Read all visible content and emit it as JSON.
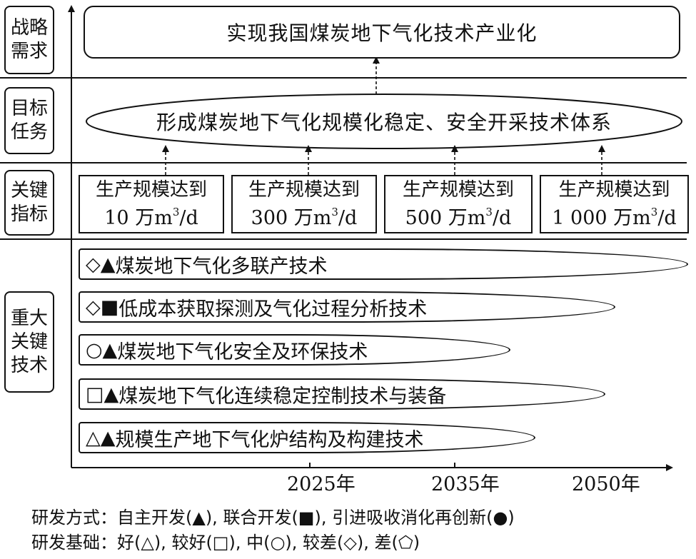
{
  "categories": [
    {
      "line1": "战略",
      "line2": "需求"
    },
    {
      "line1": "目标",
      "line2": "任务"
    },
    {
      "line1": "关键",
      "line2": "指标"
    },
    {
      "line1": "重大",
      "line2": "关键",
      "line3": "技术"
    }
  ],
  "strategic_goal": "实现我国煤炭地下气化技术产业化",
  "target_task": "形成煤炭地下气化规模化稳定、安全开采技术体系",
  "key_indicators": [
    {
      "label": "生产规模达到",
      "value": "10",
      "unit": "万m",
      "sup": "3",
      "per": "/d"
    },
    {
      "label": "生产规模达到",
      "value": "300",
      "unit": "万m",
      "sup": "3",
      "per": "/d"
    },
    {
      "label": "生产规模达到",
      "value": "500",
      "unit": "万m",
      "sup": "3",
      "per": "/d"
    },
    {
      "label": "生产规模达到",
      "value": "1 000",
      "unit": "万m",
      "sup": "3",
      "per": "/d"
    }
  ],
  "technologies": [
    {
      "symbols": "◇▲",
      "label": "煤炭地下气化多联产技术"
    },
    {
      "symbols": "◇■",
      "label": "低成本获取探测及气化过程分析技术"
    },
    {
      "symbols": "○▲",
      "label": "煤炭地下气化安全及环保技术"
    },
    {
      "symbols": "□▲",
      "label": "煤炭地下气化连续稳定控制技术与装备"
    },
    {
      "symbols": "△▲",
      "label": "规模生产地下气化炉结构及构建技术"
    }
  ],
  "timeline": [
    "2025年",
    "2035年",
    "2050年"
  ],
  "legend": {
    "mode": "研发方式：自主开发(▲), 联合开发(■), 引进吸收消化再创新(●)",
    "basis": "研发基础：好(△), 较好(□), 中(○), 较差(◇), 差(⬠)"
  }
}
